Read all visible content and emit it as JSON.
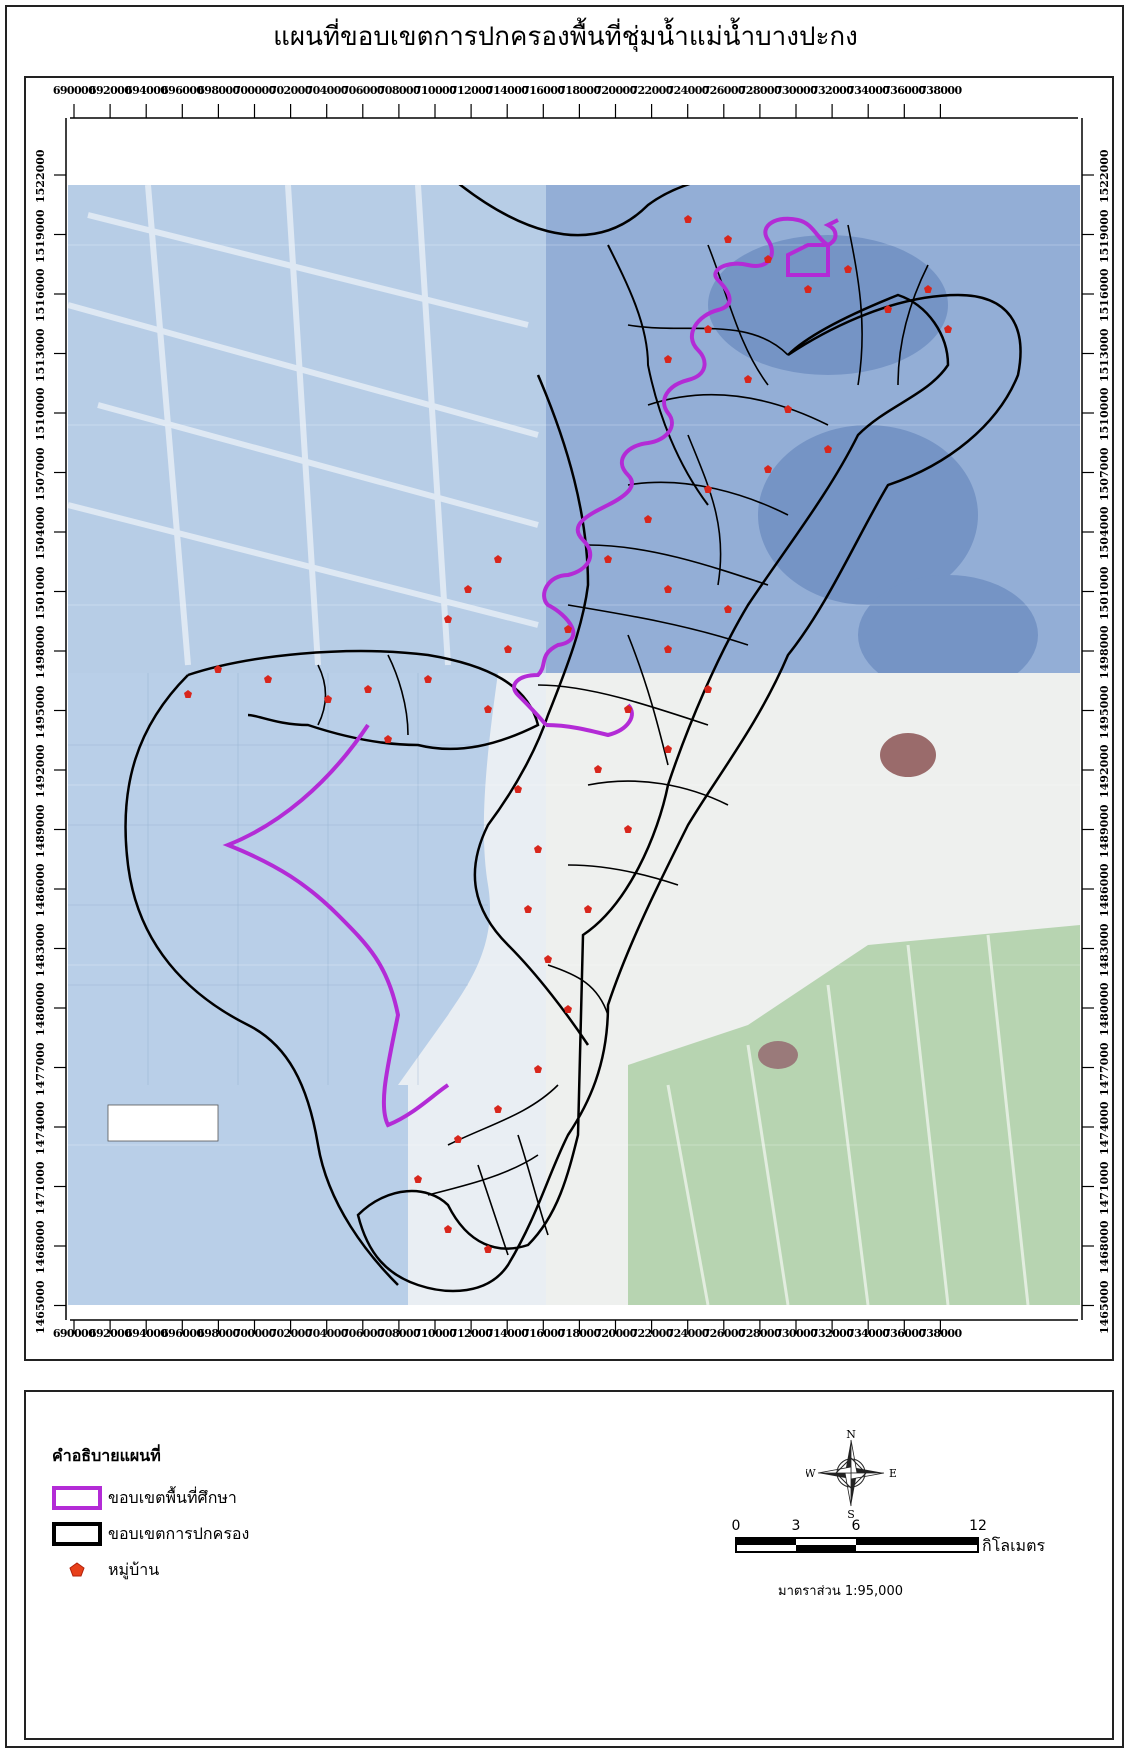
{
  "title": "แผนที่ขอบเขตการปกครองพื้นที่ชุ่มน้ำแม่น้ำบางปะกง",
  "x_ticks": [
    "690000",
    "692000",
    "694000",
    "696000",
    "698000",
    "700000",
    "702000",
    "704000",
    "706000",
    "708000",
    "710000",
    "712000",
    "714000",
    "716000",
    "718000",
    "720000",
    "722000",
    "724000",
    "726000",
    "728000",
    "730000",
    "732000",
    "734000",
    "736000",
    "738000"
  ],
  "y_ticks": [
    "1522000",
    "1519000",
    "1516000",
    "1513000",
    "1510000",
    "1507000",
    "1504000",
    "1501000",
    "1498000",
    "1495000",
    "1492000",
    "1489000",
    "1486000",
    "1483000",
    "1480000",
    "1477000",
    "1474000",
    "1471000",
    "1468000",
    "1465000"
  ],
  "legend": {
    "title": "คำอธิบายแผนที่",
    "items": [
      {
        "label": "ขอบเขตพื้นที่ศึกษา",
        "symbol": "box",
        "color": "#b32bd6"
      },
      {
        "label": "ขอบเขตการปกครอง",
        "symbol": "box",
        "color": "#000000"
      },
      {
        "label": "หมู่บ้าน",
        "symbol": "pentagon",
        "color": "#e8401a"
      }
    ]
  },
  "north_arrow": {
    "n": "N",
    "s": "S",
    "e": "E",
    "w": "W"
  },
  "scale_bar": {
    "labels": [
      "0",
      "3",
      "6",
      "12"
    ],
    "unit": "กิโลเมตร"
  },
  "scale_text": "มาตราส่วน 1:95,000",
  "colors": {
    "study_boundary": "#b32bd6",
    "admin_boundary": "#000000",
    "village": "#d8261c",
    "sea": "#b9cfe8",
    "land_blue": "#a6c4e6"
  }
}
